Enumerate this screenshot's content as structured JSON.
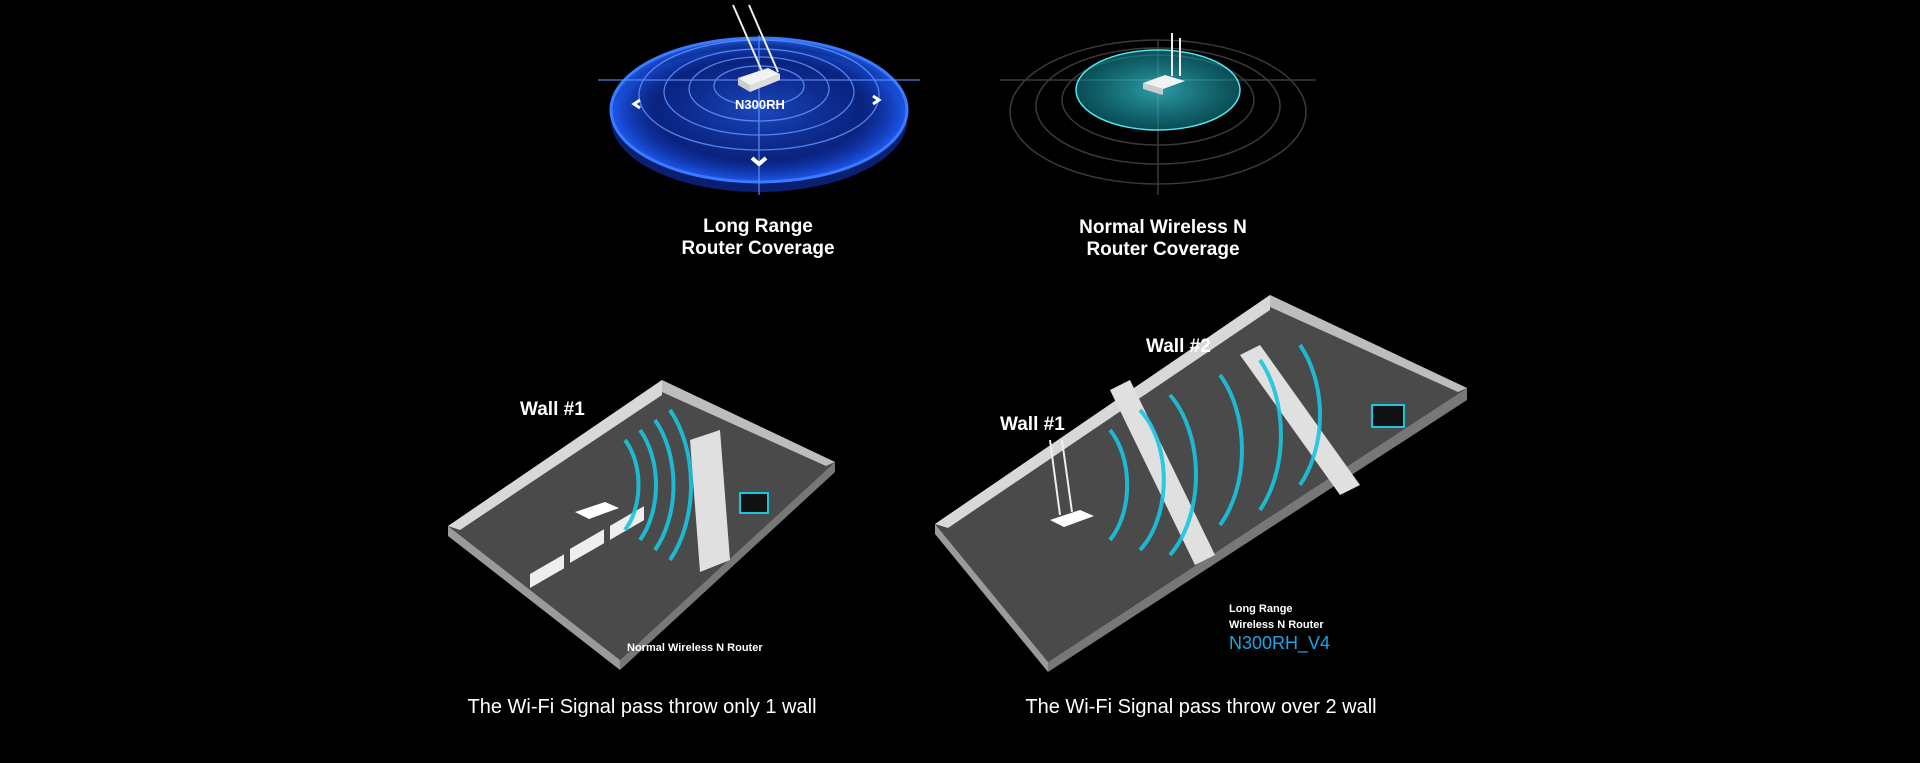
{
  "coverage": {
    "long_range": {
      "router_label": "N300RH",
      "caption_line1": "Long Range",
      "caption_line2": "Router Coverage",
      "color": "#1f5fff"
    },
    "normal": {
      "caption_line1": "Normal Wireless N",
      "caption_line2": "Router Coverage",
      "color": "#19c6d6"
    }
  },
  "office_left": {
    "wall_label": "Wall #1",
    "router_label": "Normal Wireless N Router",
    "caption": "The Wi-Fi Signal pass throw only 1 wall"
  },
  "office_right": {
    "wall1_label": "Wall #1",
    "wall2_label": "Wall #2",
    "router_line1": "Long Range",
    "router_line2": "Wireless N Router",
    "model": "N300RH_V4",
    "caption": "The Wi-Fi Signal pass throw over 2 wall"
  },
  "colors": {
    "accent": "#1aa6e8",
    "signal": "#19c6e0"
  }
}
